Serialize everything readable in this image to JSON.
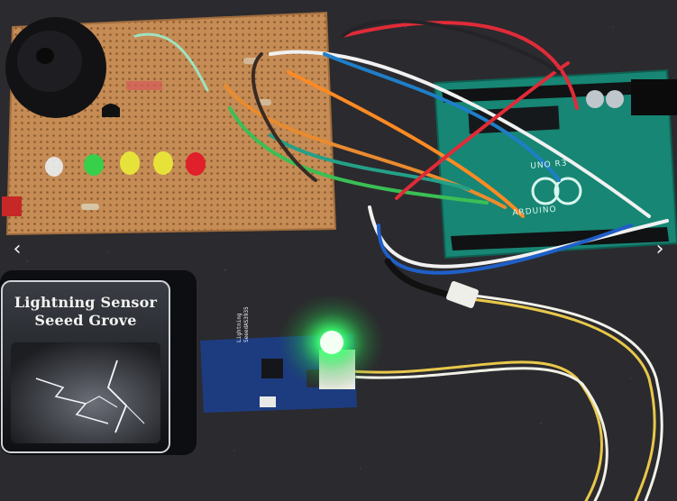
{
  "photo": {
    "subject": "",
    "sensor_box": {
      "line1": "Lightning Sensor",
      "line2": "Seeed Grove"
    },
    "board_label": "UNO R3",
    "board_brand": "ARDUINO",
    "module_label": "Lightning SeeedAS3935"
  },
  "carousel": {
    "prev_icon": "chevron-left-icon",
    "next_icon": "chevron-right-icon",
    "prev_glyph": "‹",
    "next_glyph": "›"
  },
  "colors": {
    "background": "#2b2a2e",
    "perfboard": "#c9925a",
    "arduino": "#1b8d7c",
    "sensor_box": "#16181c",
    "led_glow": "#39ff6a"
  }
}
